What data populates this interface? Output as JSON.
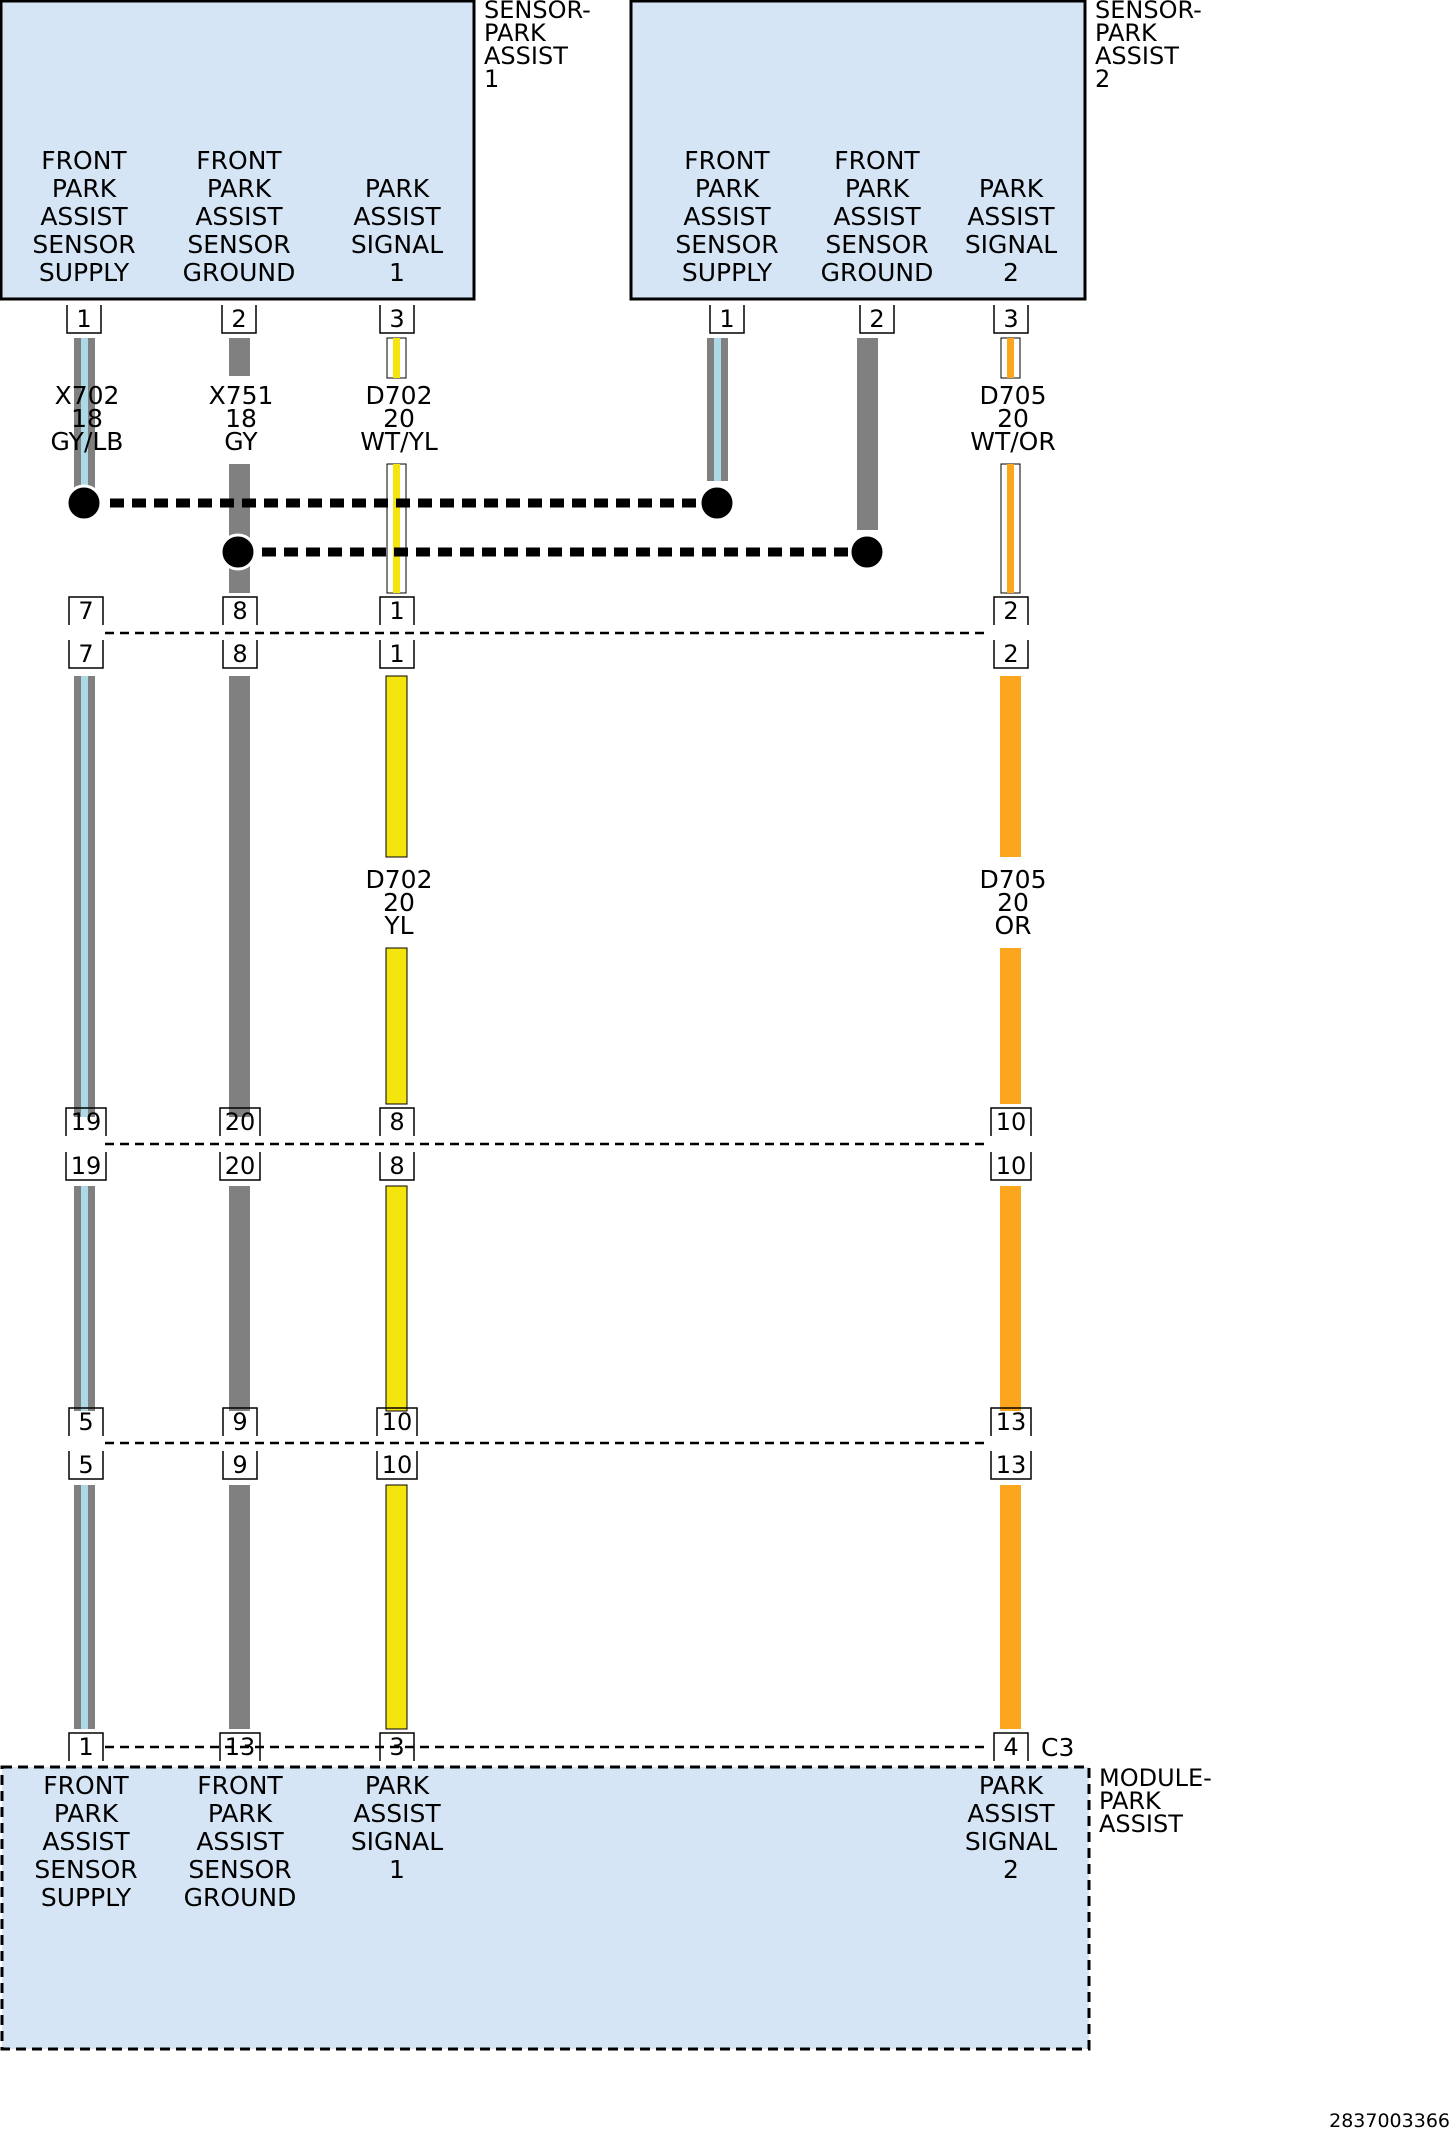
{
  "colors": {
    "box_fill": "#d6e5f5",
    "gray": "#808080",
    "light_blue": "#add8e6",
    "yellow": "#f5e50f",
    "orange": "#fba61c",
    "white": "#ffffff",
    "black": "#000000"
  },
  "sensor1": {
    "title": [
      "SENSOR-",
      "PARK",
      "ASSIST",
      "1"
    ],
    "pins": [
      {
        "label": [
          "FRONT",
          "PARK",
          "ASSIST",
          "SENSOR",
          "SUPPLY"
        ],
        "num": "1"
      },
      {
        "label": [
          "FRONT",
          "PARK",
          "ASSIST",
          "SENSOR",
          "GROUND"
        ],
        "num": "2"
      },
      {
        "label": [
          "PARK",
          "ASSIST",
          "SIGNAL",
          "1"
        ],
        "num": "3"
      }
    ]
  },
  "sensor2": {
    "title": [
      "SENSOR-",
      "PARK",
      "ASSIST",
      "2"
    ],
    "pins": [
      {
        "label": [
          "FRONT",
          "PARK",
          "ASSIST",
          "SENSOR",
          "SUPPLY"
        ],
        "num": "1"
      },
      {
        "label": [
          "FRONT",
          "PARK",
          "ASSIST",
          "SENSOR",
          "GROUND"
        ],
        "num": "2"
      },
      {
        "label": [
          "PARK",
          "ASSIST",
          "SIGNAL",
          "2"
        ],
        "num": "3"
      }
    ]
  },
  "wire_labels_upper": [
    [
      "X702",
      "18",
      "GY/LB"
    ],
    [
      "X751",
      "18",
      "GY"
    ],
    [
      "D702",
      "20",
      "WT/YL"
    ],
    [
      "D705",
      "20",
      "WT/OR"
    ]
  ],
  "wire_labels_lower": [
    [
      "D702",
      "20",
      "YL"
    ],
    [
      "D705",
      "20",
      "OR"
    ]
  ],
  "connector_rows": [
    [
      "7",
      "8",
      "1",
      "2"
    ],
    [
      "19",
      "20",
      "8",
      "10"
    ],
    [
      "5",
      "9",
      "10",
      "13"
    ]
  ],
  "module": {
    "title": [
      "MODULE-",
      "PARK",
      "ASSIST"
    ],
    "connector_id": "C3",
    "pins": [
      {
        "label": [
          "FRONT",
          "PARK",
          "ASSIST",
          "SENSOR",
          "SUPPLY"
        ],
        "num": "1"
      },
      {
        "label": [
          "FRONT",
          "PARK",
          "ASSIST",
          "SENSOR",
          "GROUND"
        ],
        "num": "13"
      },
      {
        "label": [
          "PARK",
          "ASSIST",
          "SIGNAL",
          "1"
        ],
        "num": "3"
      },
      {
        "label": [
          "PARK",
          "ASSIST",
          "SIGNAL",
          "2"
        ],
        "num": "4"
      }
    ]
  },
  "figure_id": "2837003366"
}
